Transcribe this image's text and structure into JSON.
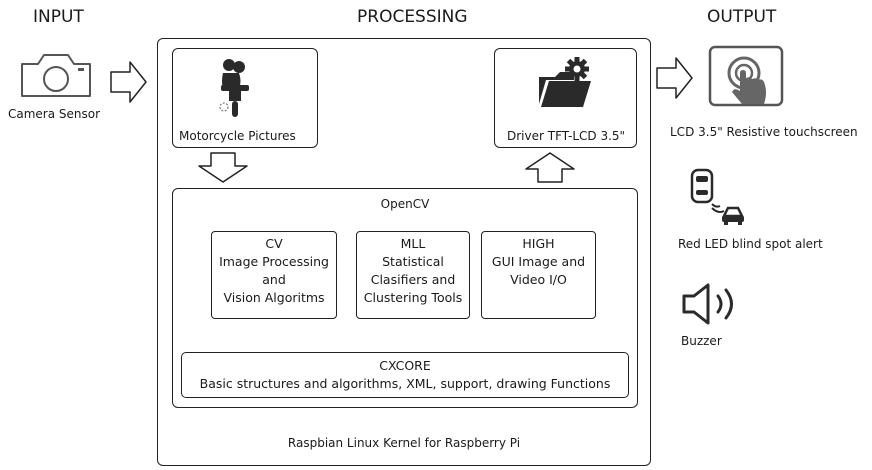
{
  "headers": {
    "input": "INPUT",
    "processing": "PROCESSING",
    "output": "OUTPUT"
  },
  "input": {
    "camera_label": "Camera Sensor",
    "icon": "camera-icon"
  },
  "processing": {
    "motorcycle_label": "Motorcycle Pictures",
    "driver_label": "Driver TFT-LCD 3.5\"",
    "opencv_title": "OpenCV",
    "modules": [
      {
        "lines": [
          "CV",
          "Image Processing",
          "and",
          "Vision Algoritms"
        ]
      },
      {
        "lines": [
          "MLL",
          "Statistical",
          "Clasifiers and",
          "Clustering Tools"
        ]
      },
      {
        "lines": [
          "HIGH",
          "GUI Image and",
          "Video I/O"
        ]
      }
    ],
    "cxcore_title": "CXCORE",
    "cxcore_desc": "Basic structures and algorithms, XML, support, drawing Functions",
    "kernel_label": "Raspbian Linux Kernel for Raspberry Pi"
  },
  "output": {
    "lcd_label": "LCD 3.5\" Resistive touchscreen",
    "led_label": "Red LED blind spot alert",
    "buzzer_label": "Buzzer"
  },
  "colors": {
    "stroke": "#222222",
    "icon_dark": "#2a2a2a",
    "icon_gray": "#666666"
  }
}
